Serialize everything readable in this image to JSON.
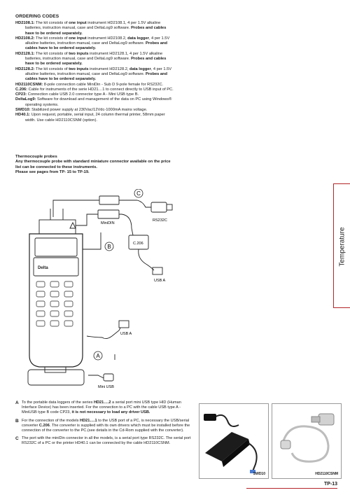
{
  "ordering": {
    "heading": "ORDERING CODES",
    "entries": [
      {
        "code": "HD2108.1:",
        "text": " The kit consists of ",
        "b1": "one input",
        "text2": " instrument HD2108.1, 4 per 1.5V alkaline batteries, instruction manual, case and DeltaLog9 software. ",
        "bold_tail": "Probes and cables have to be ordered separately."
      },
      {
        "code": "HD2108.2:",
        "text": " The kit consists of ",
        "b1": "one input",
        "text2": " instrument HD2108.2, ",
        "b2": "data logger",
        "text3": ", 4 per 1.5V alkaline batteries, instruction manual, case and DeltaLog9 software. ",
        "bold_tail": "Probes and cables have to be ordered separately."
      },
      {
        "code": "HD2128.1:",
        "text": " The kit consists of ",
        "b1": "two inputs",
        "text2": " instrument HD2128.1, 4 per 1.5V alkaline batteries, instruction manual, case and DeltaLog9 software. ",
        "bold_tail": "Probes and cables have to be ordered separately."
      },
      {
        "code": "HD2128.2:",
        "text": " The kit consists of ",
        "b1": "two inputs",
        "text2": " instrument HD2128.2, ",
        "b2": "data logger",
        "text3": ", 4 per 1.5V alkaline batteries, instruction manual, case and DeltaLog9 software. ",
        "bold_tail": "Probes and cables have to be ordered separately."
      },
      {
        "code": "HD2110CSNM:",
        "text": " 8-pole connection cable MiniDin - Sub D 9-pole female for RS232C."
      },
      {
        "code": "C.206:",
        "text": " Cable for instruments of the serie HD21…1 to connect directly to USB input of PC."
      },
      {
        "code": "CP23:",
        "text": " Connection cable USB 2.0 connector type A - Mini USB type B."
      },
      {
        "code": "DeltaLog9:",
        "text": " Software for download and management of the data on PC using Windows® operating systems."
      },
      {
        "code": "SWD10:",
        "text": " Stabilized power supply at 230Vac/12Vdc-1000mA mains voltage."
      },
      {
        "code": "HD40.1:",
        "text": " Upon request, portable, serial input, 24 column thermal printer, 58mm paper width. Use cable HD2110CSNM (option)."
      }
    ]
  },
  "thermo": {
    "title": "Thermocouple probes",
    "line1": "Any thermocouple probe with standard miniature connector available on the price list can be connected to these instruments.",
    "line2": "Please see pages from TP- 15 to TP-19."
  },
  "side_tab": {
    "label": "Temperature",
    "color": "#b3252a"
  },
  "diagram": {
    "label_c": "C",
    "label_b": "B",
    "label_a": "A",
    "minidin": "MiniDIN",
    "rs232": "RS232C",
    "c206": "C.206",
    "usb_a_1": "USB A",
    "usb_a_2": "USB A",
    "mini_usb": "Mini USB",
    "brand": "Delta"
  },
  "notes": {
    "a": {
      "letter": "A",
      "p1": "To the portable data loggers of the series ",
      "b1": "HD21….2",
      "p2": " a serial port mini USB type HID (Human Interface Device) has been inserted. For the connection to a PC with the cable USB type A - MiniUSB type B code CP23, ",
      "bold": "it is not necessary to load any driver USB."
    },
    "b": {
      "letter": "B",
      "p1": "For the connection of the models ",
      "b1": "HD21….1",
      "p2": " to the USB port of a PC, is necessary the USB/serial converter ",
      "b2": "C.206",
      "p3": ". The converter is supplied with its own drivers which must be installed before the connection of the converter to the PC.(see details in the Cd-Rom supplied with the converter)."
    },
    "c": {
      "letter": "C",
      "p1": "The port with the miniDin connector in all the models, is a serial port type RS232C. The serial port RS232C of a PC or the printer HD40.1 can be connected by the cable HD2110CSNM."
    }
  },
  "photos": {
    "swd10": "SWD10",
    "hd2110": "HD2110CSNM"
  },
  "page_number": "TP-13"
}
